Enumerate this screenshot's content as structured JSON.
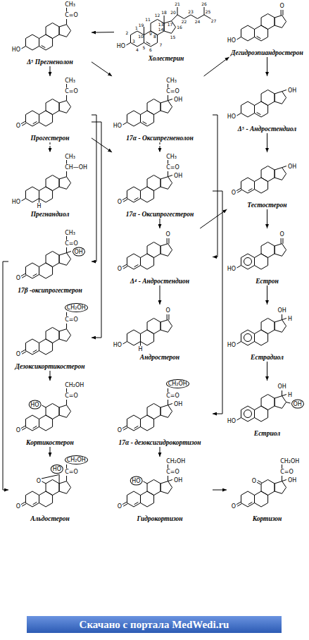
{
  "diagram": {
    "nodes": [
      {
        "text": [
          "Δ⁵ Прегненолон"
        ]
      },
      {
        "text": [
          "Холестерин"
        ]
      },
      {
        "text": [
          "Дегидроэпиандростерон"
        ]
      },
      {
        "text": [
          "Прогестерон"
        ]
      },
      {
        "text": [
          "17α - Оксипрегненолон"
        ]
      },
      {
        "text": [
          "Δ⁵ - Андростендиол"
        ]
      },
      {
        "text": [
          "Прегнандиол"
        ]
      },
      {
        "text": [
          "17α - Оксипрогестерон"
        ]
      },
      {
        "text": [
          "Тестостерон"
        ]
      },
      {
        "text": [
          "17β -оксипрогестерон"
        ]
      },
      {
        "text": [
          "Δ⁴ - Андростендион"
        ]
      },
      {
        "text": [
          "Естрон"
        ]
      },
      {
        "text": [
          "Дезоксикортикостерон"
        ]
      },
      {
        "text": [
          "Андростерон"
        ]
      },
      {
        "text": [
          "Естрадиол"
        ]
      },
      {
        "text": [
          "Кортикостерон"
        ]
      },
      {
        "text": [
          "17α - дезоксигидрокортизон"
        ]
      },
      {
        "text": [
          "Естриол"
        ]
      },
      {
        "text": [
          "Альдостерон"
        ]
      },
      {
        "text": [
          "Гидрокортизон"
        ]
      },
      {
        "text": [
          "Кортизон"
        ]
      }
    ],
    "edges": [
      {
        "from": 1,
        "to": 0,
        "arrow": "to"
      },
      {
        "from": 0,
        "to": 3,
        "arrow": "to"
      },
      {
        "from": 0,
        "to": 4,
        "arrow": "to"
      },
      {
        "from": 3,
        "to": 6,
        "arrow": "to"
      },
      {
        "from": 3,
        "to": 7,
        "arrow": "to"
      },
      {
        "from": 3,
        "to": 9,
        "arrow": "to"
      },
      {
        "from": 3,
        "to": 12,
        "arrow": "to"
      },
      {
        "from": 4,
        "to": 2,
        "arrow": "to"
      },
      {
        "from": 4,
        "to": 7,
        "arrow": "to"
      },
      {
        "from": 4,
        "to": 10,
        "arrow": "to"
      },
      {
        "from": 2,
        "to": 5,
        "arrow": "to"
      },
      {
        "from": 5,
        "to": 8,
        "arrow": "to"
      },
      {
        "from": 7,
        "to": 10,
        "arrow": "to"
      },
      {
        "from": 7,
        "to": 16,
        "arrow": "to"
      },
      {
        "from": 10,
        "to": 13,
        "arrow": "to"
      },
      {
        "from": 10,
        "to": 8,
        "arrow": "to"
      },
      {
        "from": 8,
        "to": 11,
        "arrow": "to"
      },
      {
        "from": 11,
        "to": 14,
        "arrow": "to"
      },
      {
        "from": 14,
        "to": 17,
        "arrow": "to"
      },
      {
        "from": 12,
        "to": 15,
        "arrow": "to"
      },
      {
        "from": 15,
        "to": 18,
        "arrow": "to"
      },
      {
        "from": 9,
        "to": 18,
        "arrow": "to"
      },
      {
        "from": 16,
        "to": 19,
        "arrow": "to"
      },
      {
        "from": 19,
        "to": 20,
        "arrow": "to"
      }
    ],
    "labels": [
      "CH₃",
      "C=O",
      "HO",
      "HO",
      "1",
      "2",
      "3",
      "4",
      "5",
      "6",
      "7",
      "8",
      "9",
      "10",
      "11",
      "12",
      "13",
      "14",
      "15",
      "16",
      "17",
      "18",
      "19",
      "20",
      "21",
      "22",
      "23",
      "24",
      "25",
      "26",
      "27",
      "O",
      "HO",
      "CH₃",
      "C=O",
      "O",
      "CH₃",
      "C=O",
      "OH",
      "HO",
      "OH",
      "HO",
      "CH₃",
      "CH—OH",
      "HO",
      "H",
      "CH₃",
      "C=O",
      "OH",
      "O",
      "OH",
      "O",
      "CH₃",
      "C=O",
      "OH",
      "O",
      "O",
      "O",
      "O",
      "HO",
      "CH₂OH",
      "C=O",
      "O",
      "O",
      "HO",
      "H",
      "OH",
      "H",
      "HO",
      "CH₂OH",
      "C=O",
      "HO",
      "O",
      "CH₂OH",
      "C=O",
      "OH",
      "O",
      "OH",
      "H",
      "OH",
      "HO",
      "HO",
      "CH₂OH",
      "C=O",
      "O",
      "O",
      "CH₂OH",
      "C=O",
      "OH",
      "HO",
      "O",
      "CH₂OH",
      "C=O",
      "OH",
      "O",
      "O",
      "Скачано с портала MedWedi.ru"
    ]
  }
}
